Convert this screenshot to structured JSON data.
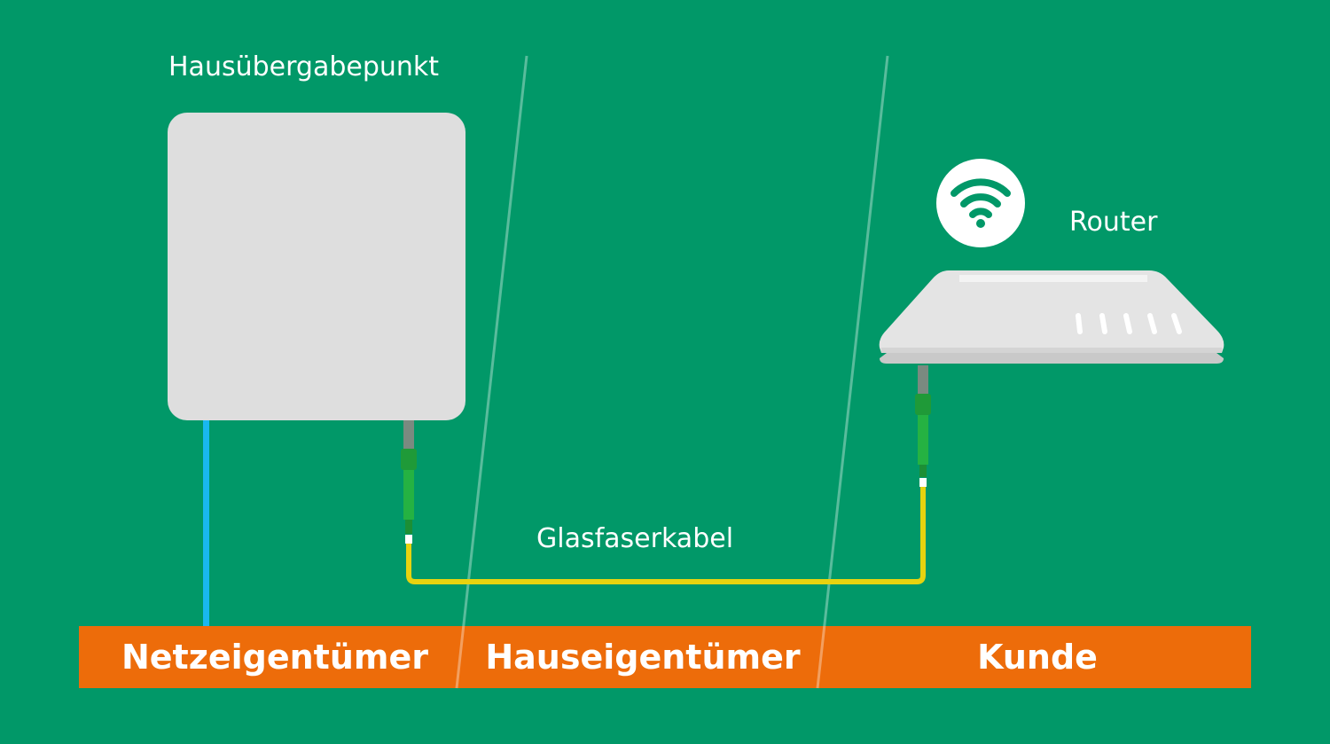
{
  "labels": {
    "transfer_point": "Hausübergabepunkt",
    "router": "Router",
    "fiber_cable": "Glasfaserkabel"
  },
  "zones": [
    {
      "label": "Netzeigentümer"
    },
    {
      "label": "Hauseigentümer"
    },
    {
      "label": "Kunde"
    }
  ],
  "icons": {
    "wifi": "wifi-icon",
    "router": "router-icon",
    "transfer_box": "transfer-box"
  },
  "colors": {
    "background": "#019868",
    "zone_bar": "#ed6c0a",
    "network_cable": "#19b8ef",
    "fiber_cable": "#e7d30f",
    "connector": "#25b242",
    "device": "#dedede"
  }
}
